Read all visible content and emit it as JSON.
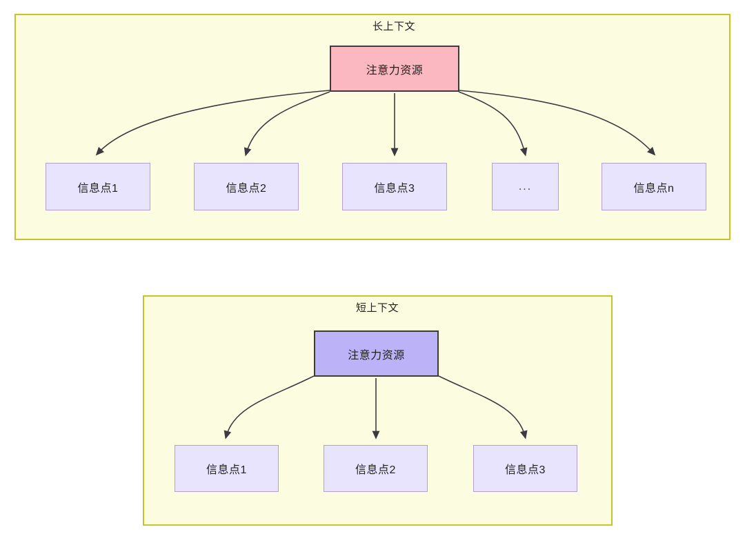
{
  "diagram": {
    "background": "#ffffff",
    "palette": {
      "group_fill": "#fcfce1",
      "group_border": "#c4c427",
      "root_pink_fill": "#fbb8c0",
      "root_purple_fill": "#bcb2f7",
      "root_border": "#3a3a40",
      "leaf_fill": "#e8e4fd",
      "leaf_border": "#b39ddb",
      "edge_stroke": "#3a3a40",
      "text": "#1f1f1f"
    },
    "groups": [
      {
        "id": "long-context",
        "title": "长上下文",
        "root": {
          "label": "注意力资源"
        },
        "leaves": [
          {
            "label": "信息点1"
          },
          {
            "label": "信息点2"
          },
          {
            "label": "信息点3"
          },
          {
            "label": "..."
          },
          {
            "label": "信息点n"
          }
        ]
      },
      {
        "id": "short-context",
        "title": "短上下文",
        "root": {
          "label": "注意力资源"
        },
        "leaves": [
          {
            "label": "信息点1"
          },
          {
            "label": "信息点2"
          },
          {
            "label": "信息点3"
          }
        ]
      }
    ]
  }
}
